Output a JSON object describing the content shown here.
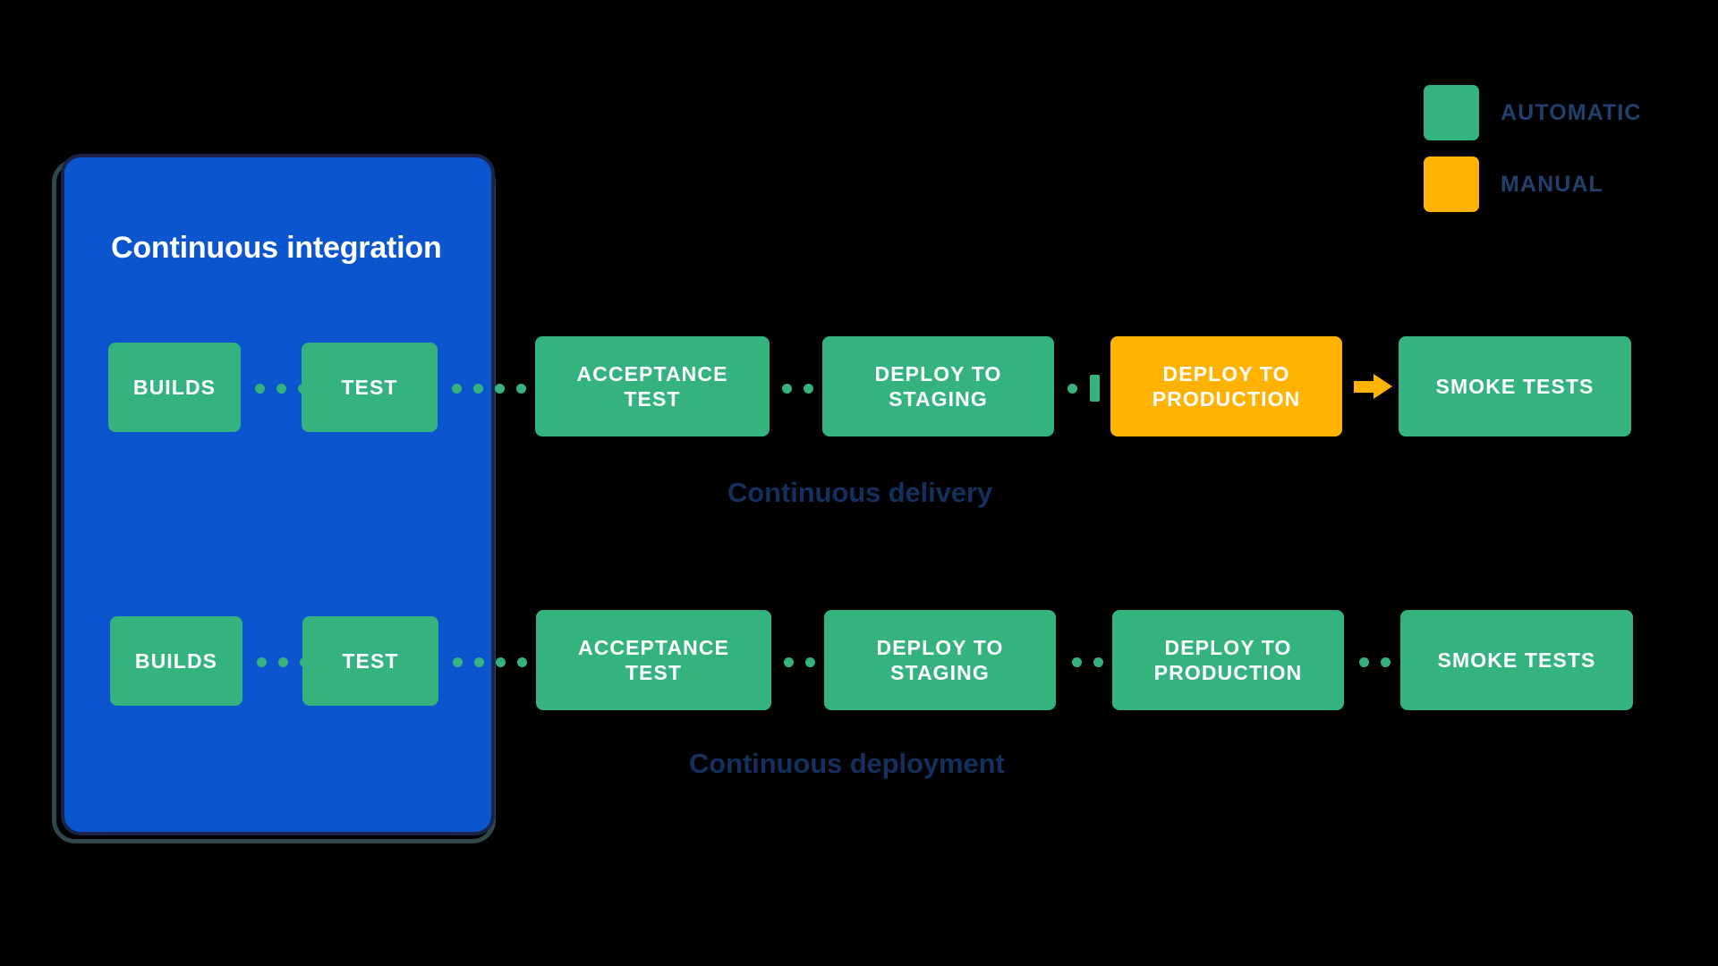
{
  "diagram": {
    "title": "Continuous integration",
    "ci_panel": {
      "label": "Continuous integration",
      "stages": [
        {
          "label": "BUILDS",
          "type": "automatic"
        },
        {
          "label": "TEST",
          "type": "automatic"
        }
      ]
    },
    "rows": [
      {
        "id": "continuous-delivery",
        "caption": "Continuous delivery",
        "stages": [
          {
            "label": "BUILDS",
            "type": "automatic",
            "in_ci": true
          },
          {
            "label": "TEST",
            "type": "automatic",
            "in_ci": true
          },
          {
            "label_line1": "ACCEPTANCE",
            "label_line2": "TEST",
            "type": "automatic"
          },
          {
            "label_line1": "DEPLOY TO",
            "label_line2": "STAGING",
            "type": "automatic"
          },
          {
            "label_line1": "DEPLOY TO",
            "label_line2": "PRODUCTION",
            "type": "manual"
          },
          {
            "label": "SMOKE TESTS",
            "type": "automatic"
          }
        ],
        "connectors": [
          {
            "kind": "dotted",
            "dots": 4
          },
          {
            "kind": "dotted",
            "dots": 6
          },
          {
            "kind": "dotted",
            "dots": 3
          },
          {
            "kind": "dotted-clipped",
            "dots": 2
          },
          {
            "kind": "arrow",
            "color": "#ffb200"
          }
        ]
      },
      {
        "id": "continuous-deployment",
        "caption": "Continuous deployment",
        "stages": [
          {
            "label": "BUILDS",
            "type": "automatic",
            "in_ci": true
          },
          {
            "label": "TEST",
            "type": "automatic",
            "in_ci": true
          },
          {
            "label_line1": "ACCEPTANCE",
            "label_line2": "TEST",
            "type": "automatic"
          },
          {
            "label_line1": "DEPLOY TO",
            "label_line2": "STAGING",
            "type": "automatic"
          },
          {
            "label_line1": "DEPLOY TO",
            "label_line2": "PRODUCTION",
            "type": "automatic"
          },
          {
            "label": "SMOKE TESTS",
            "type": "automatic"
          }
        ],
        "connectors": [
          {
            "kind": "dotted",
            "dots": 4
          },
          {
            "kind": "dotted",
            "dots": 6
          },
          {
            "kind": "dotted",
            "dots": 3
          },
          {
            "kind": "dotted",
            "dots": 3
          },
          {
            "kind": "dotted",
            "dots": 3
          }
        ]
      }
    ]
  },
  "legend": {
    "items": [
      {
        "label": "AUTOMATIC",
        "color": "#35b37e"
      },
      {
        "label": "MANUAL",
        "color": "#ffb200"
      }
    ]
  },
  "colors": {
    "background": "#000000",
    "ci_panel": "#0b55ce",
    "ci_panel_border": "#1b2348",
    "ci_panel_outline": "#30484b",
    "automatic": "#35b37e",
    "manual": "#ffb200",
    "caption_text": "#15305f",
    "legend_text": "#22406e",
    "node_text": "#ffffff"
  }
}
